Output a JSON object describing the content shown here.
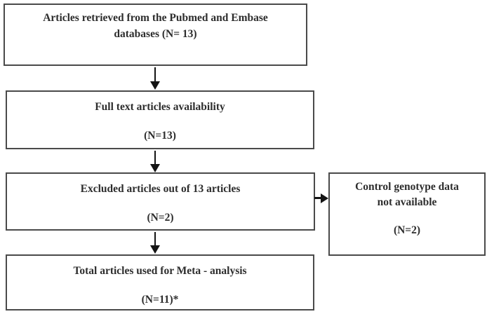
{
  "colors": {
    "background": "#ffffff",
    "box-border": "#4a4a4a",
    "text": "#2d2d2d",
    "arrow": "#141414"
  },
  "flowchart": {
    "retrieved": {
      "line1": "Articles retrieved from the Pubmed and Embase",
      "line2": "databases (N= 13)"
    },
    "fulltext": {
      "title": "Full text articles availability",
      "count": "(N=13)"
    },
    "excluded": {
      "title": "Excluded articles out of 13 articles",
      "count": "(N=2)"
    },
    "total": {
      "title": "Total articles used for Meta - analysis",
      "count": "(N=11)*"
    },
    "control": {
      "line1": "Control genotype data",
      "line2": "not available",
      "count": "(N=2)"
    }
  }
}
